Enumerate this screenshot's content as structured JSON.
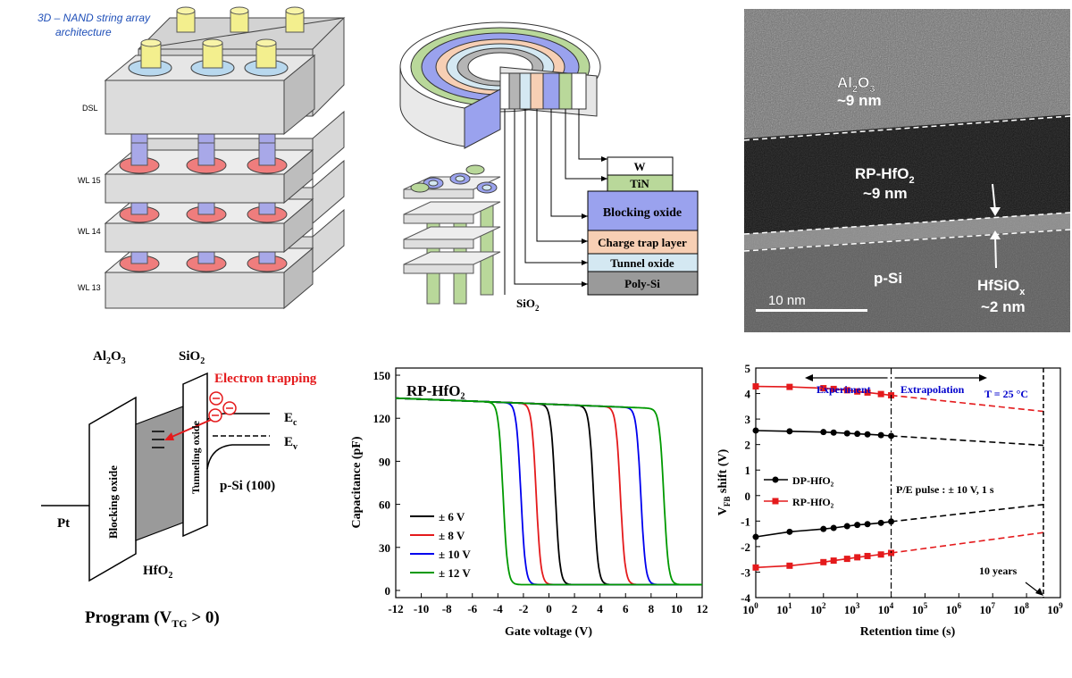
{
  "panel_a": {
    "title_line1": "3D – NAND string array",
    "title_line2": "architecture",
    "labels": [
      "DSL",
      "WL 15",
      "WL 14",
      "WL 13"
    ]
  },
  "panel_b": {
    "layers": [
      "W",
      "TiN",
      "Blocking oxide",
      "Charge trap layer",
      "Tunnel oxide",
      "Poly-Si"
    ],
    "sio2_label": "SiO",
    "sio2_sub": "2",
    "layer_colors": [
      "#ffffff",
      "#b9d89a",
      "#9aa2ee",
      "#f7cfb4",
      "#d4e8f2",
      "#9a9a9a"
    ]
  },
  "panel_c": {
    "al2o3": [
      "Al",
      "2",
      "O",
      "3"
    ],
    "al2o3_thick": "~9 nm",
    "rp_hfo2": [
      "RP-HfO",
      "2"
    ],
    "rp_thick": "~9 nm",
    "psi": "p-Si",
    "hfsiox": [
      "HfSiO",
      "x"
    ],
    "hfsiox_thick": "~2 nm",
    "scalebar": "10 nm"
  },
  "panel_d": {
    "al2o3": [
      "Al",
      "2",
      "O",
      "3"
    ],
    "sio2": [
      "SiO",
      "2"
    ],
    "electron_trapping": "Electron trapping",
    "blocking_oxide": "Blocking oxide",
    "tunneling_oxide": "Tunneling oxide",
    "ec": [
      "E",
      "c"
    ],
    "ev": [
      "E",
      "v"
    ],
    "psi": "p-Si (100)",
    "pt": "Pt",
    "hfo2": [
      "HfO",
      "2"
    ],
    "electron_symbol": "⊖",
    "program": [
      "Program (V",
      "TG",
      " > 0)"
    ]
  },
  "chart_data": [
    {
      "type": "line",
      "title": "RP-HfO₂",
      "xlabel": "Gate voltage (V)",
      "ylabel": "Capacitance (pF)",
      "xlim": [
        -12,
        12
      ],
      "ylim": [
        -5,
        155
      ],
      "xticks": [
        -12,
        -10,
        -8,
        -6,
        -4,
        -2,
        0,
        2,
        4,
        6,
        8,
        10,
        12
      ],
      "yticks": [
        0,
        30,
        60,
        90,
        120,
        150
      ],
      "legend_position": "bottom-left",
      "cmax": 134,
      "cmin": 4,
      "series": [
        {
          "name": "± 6 V",
          "color": "#000000",
          "v_left": 0.5,
          "v_right": 3.5
        },
        {
          "name": "± 8 V",
          "color": "#e41a1c",
          "v_left": -1.0,
          "v_right": 5.6
        },
        {
          "name": "± 10 V",
          "color": "#0000ee",
          "v_left": -2.2,
          "v_right": 7.2
        },
        {
          "name": "± 12 V",
          "color": "#009900",
          "v_left": -3.6,
          "v_right": 9.0
        }
      ]
    },
    {
      "type": "scatter",
      "xlabel": "Retention time (s)",
      "ylabel": "V shift (V)",
      "ylabel_sub": "FB",
      "xscale": "log",
      "xlim": [
        1,
        1000000000
      ],
      "ylim": [
        -4,
        5
      ],
      "xtick_exponents": [
        0,
        1,
        2,
        3,
        4,
        5,
        6,
        7,
        8,
        9
      ],
      "yticks": [
        -4,
        -3,
        -2,
        -1,
        0,
        1,
        2,
        3,
        4,
        5
      ],
      "experiment_label": "Experiment",
      "extrapolation_label": "Extrapolation",
      "temperature_label": "T = 25 °C",
      "pulse_label": "P/E pulse : ± 10 V, 1 s",
      "ten_years_label": "10 years",
      "measurement_end_s": 10000,
      "ten_years_s": 315360000,
      "legend_position": "center-left",
      "series": [
        {
          "name": "DP-HfO₂",
          "color": "#000000",
          "marker": "circle",
          "x": [
            1,
            10,
            100,
            200,
            500,
            1000,
            2000,
            5000,
            10000
          ],
          "y_program": [
            2.55,
            2.52,
            2.49,
            2.47,
            2.44,
            2.42,
            2.4,
            2.37,
            2.34
          ],
          "y_erase": [
            -1.62,
            -1.42,
            -1.31,
            -1.27,
            -1.2,
            -1.15,
            -1.12,
            -1.07,
            -1.02
          ],
          "extrap_program_end": 1.97,
          "extrap_erase_end": -0.35
        },
        {
          "name": "RP-HfO₂",
          "color": "#e41a1c",
          "marker": "square",
          "x": [
            1,
            10,
            100,
            200,
            500,
            1000,
            2000,
            5000,
            10000
          ],
          "y_program": [
            4.28,
            4.26,
            4.21,
            4.18,
            4.13,
            4.08,
            4.04,
            3.98,
            3.93
          ],
          "y_erase": [
            -2.82,
            -2.75,
            -2.61,
            -2.55,
            -2.48,
            -2.42,
            -2.37,
            -2.31,
            -2.25
          ],
          "extrap_program_end": 3.3,
          "extrap_erase_end": -1.45
        }
      ]
    }
  ]
}
